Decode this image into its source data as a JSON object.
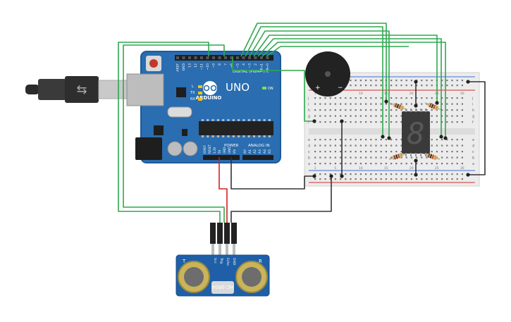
{
  "arduino": {
    "brand": "ARDUINO",
    "model": "UNO",
    "on_label": "ON",
    "tx_label": "TX",
    "rx_label": "RX",
    "l_label": "L",
    "digital_label": "DIGITAL (PWM~)",
    "power_label": "POWER",
    "analog_label": "ANALOG IN",
    "top_pins": [
      "AREF",
      "GND",
      "13",
      "12",
      "~11",
      "~10",
      "~9",
      "8",
      "7",
      "~6",
      "~5",
      "4",
      "~3",
      "2",
      "TX→1",
      "RX←0"
    ],
    "power_pins": [
      "IOREF",
      "RESET",
      "3.3V",
      "5V",
      "GND",
      "GND",
      "Vin"
    ],
    "analog_pins": [
      "A0",
      "A1",
      "A2",
      "A3",
      "A4",
      "A5"
    ]
  },
  "sensor": {
    "model": "HC-SR04",
    "pins": [
      "Vcc",
      "Trig",
      "Echo",
      "GND"
    ],
    "left_mark": "T",
    "right_mark": "R"
  },
  "display": {
    "digit": "8"
  },
  "buzzer": {
    "plus": "+",
    "minus": "−"
  },
  "breadboard": {
    "row_letters_top": [
      "j",
      "i",
      "h",
      "g",
      "f"
    ],
    "row_letters_bottom": [
      "e",
      "d",
      "c",
      "b",
      "a"
    ],
    "column_numbers": [
      "1",
      "5",
      "10",
      "15",
      "20",
      "25",
      "30"
    ]
  },
  "colors": {
    "board": "#2a6db0",
    "board_dark": "#1f5a97",
    "wire_signal": "#2fa84f",
    "wire_power": "#d61f1f",
    "wire_ground": "#333333",
    "breadboard": "#ececec"
  }
}
